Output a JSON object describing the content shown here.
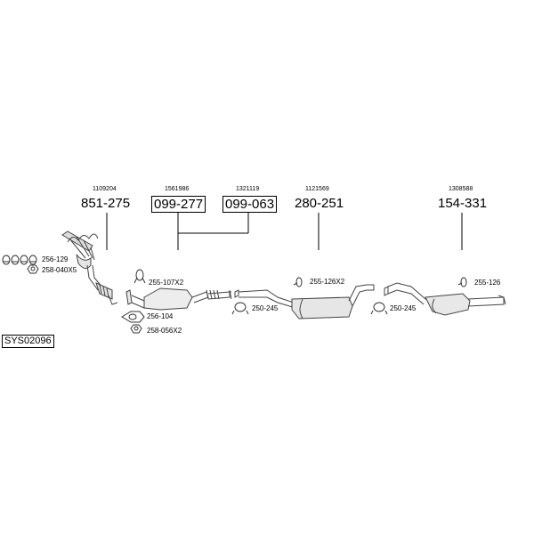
{
  "system_code": "SYS02096",
  "groups": [
    {
      "oem": "1109204",
      "part": "851-275"
    },
    {
      "oem": "1561986",
      "part": "099-277"
    },
    {
      "oem": "1321119",
      "part": "099-063"
    },
    {
      "oem": "1121569",
      "part": "280-251"
    },
    {
      "oem": "1308588",
      "part": "154-331"
    }
  ],
  "accessories": [
    "256-129",
    "258-040X5",
    "255-107X2",
    "256-104",
    "258-056X2",
    "250-245",
    "255-126X2",
    "250-245",
    "255-126"
  ]
}
